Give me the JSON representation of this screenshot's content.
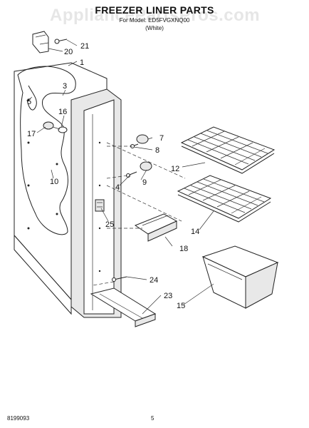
{
  "header": {
    "title": "FREEZER LINER PARTS",
    "model_line": "For Model: ED5FVGXNQ00",
    "color_note": "(White)"
  },
  "watermark": "AppliancePartsPros.com",
  "footer": {
    "doc_number": "8199093",
    "page_number": "5"
  },
  "callouts": [
    "1",
    "3",
    "4",
    "5",
    "7",
    "8",
    "9",
    "10",
    "12",
    "14",
    "15",
    "16",
    "17",
    "18",
    "20",
    "21",
    "23",
    "24",
    "25"
  ]
}
